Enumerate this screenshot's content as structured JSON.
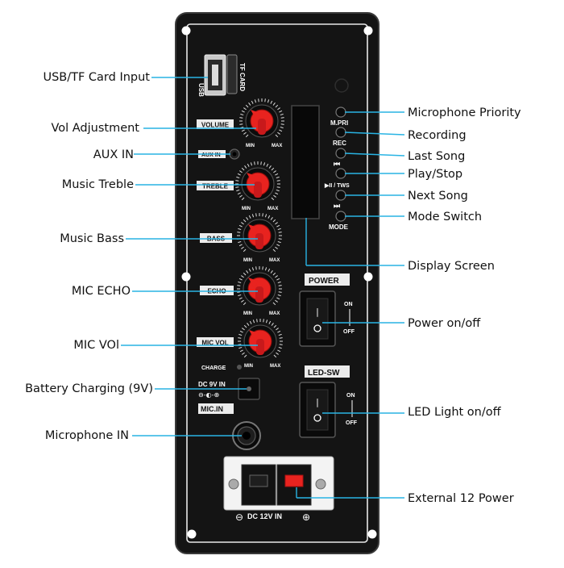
{
  "callouts": {
    "usb_tf": "USB/TF Card Input",
    "vol_adjust": "Vol Adjustment",
    "aux_in": "AUX IN",
    "music_treble": "Music Treble",
    "music_bass": "Music Bass",
    "mic_echo": "MIC ECHO",
    "mic_vol": "MIC VOl",
    "battery_charging": "Battery Charging (9V)",
    "microphone_in": "Microphone IN",
    "mic_priority": "Microphone Priority",
    "recording": "Recording",
    "last_song": "Last Song",
    "play_stop": "Play/Stop",
    "next_song": "Next Song",
    "mode_switch": "Mode Switch",
    "display_screen": "Display Screen",
    "power_onoff": "Power on/off",
    "led_onoff": "LED Light on/off",
    "external_power": "External 12 Power"
  },
  "panel": {
    "usb": "USB",
    "tf_card": "TF CARD",
    "volume": "VOLUME",
    "aux_in": "AUX IN",
    "treble": "TREBLE",
    "bass": "BASS",
    "echo": "ECHO",
    "mic_vol": "MIC VOL",
    "min": "MIN",
    "max": "MAX",
    "charge": "CHARGE",
    "dc9v": "DC 9V IN",
    "mic_in": "MIC.IN",
    "m_pri": "M.PRI",
    "rec": "REC",
    "prev_icon": "⏮",
    "play_tws": "▶II / TWS",
    "next_icon": "⏭",
    "mode": "MODE",
    "power": "POWER",
    "led_sw": "LED-SW",
    "on": "ON",
    "off": "OFF",
    "dc12v": "DC 12V IN"
  },
  "colors": {
    "panel": "#141414",
    "knob": "#e8231f",
    "leader": "#29b4e4"
  }
}
